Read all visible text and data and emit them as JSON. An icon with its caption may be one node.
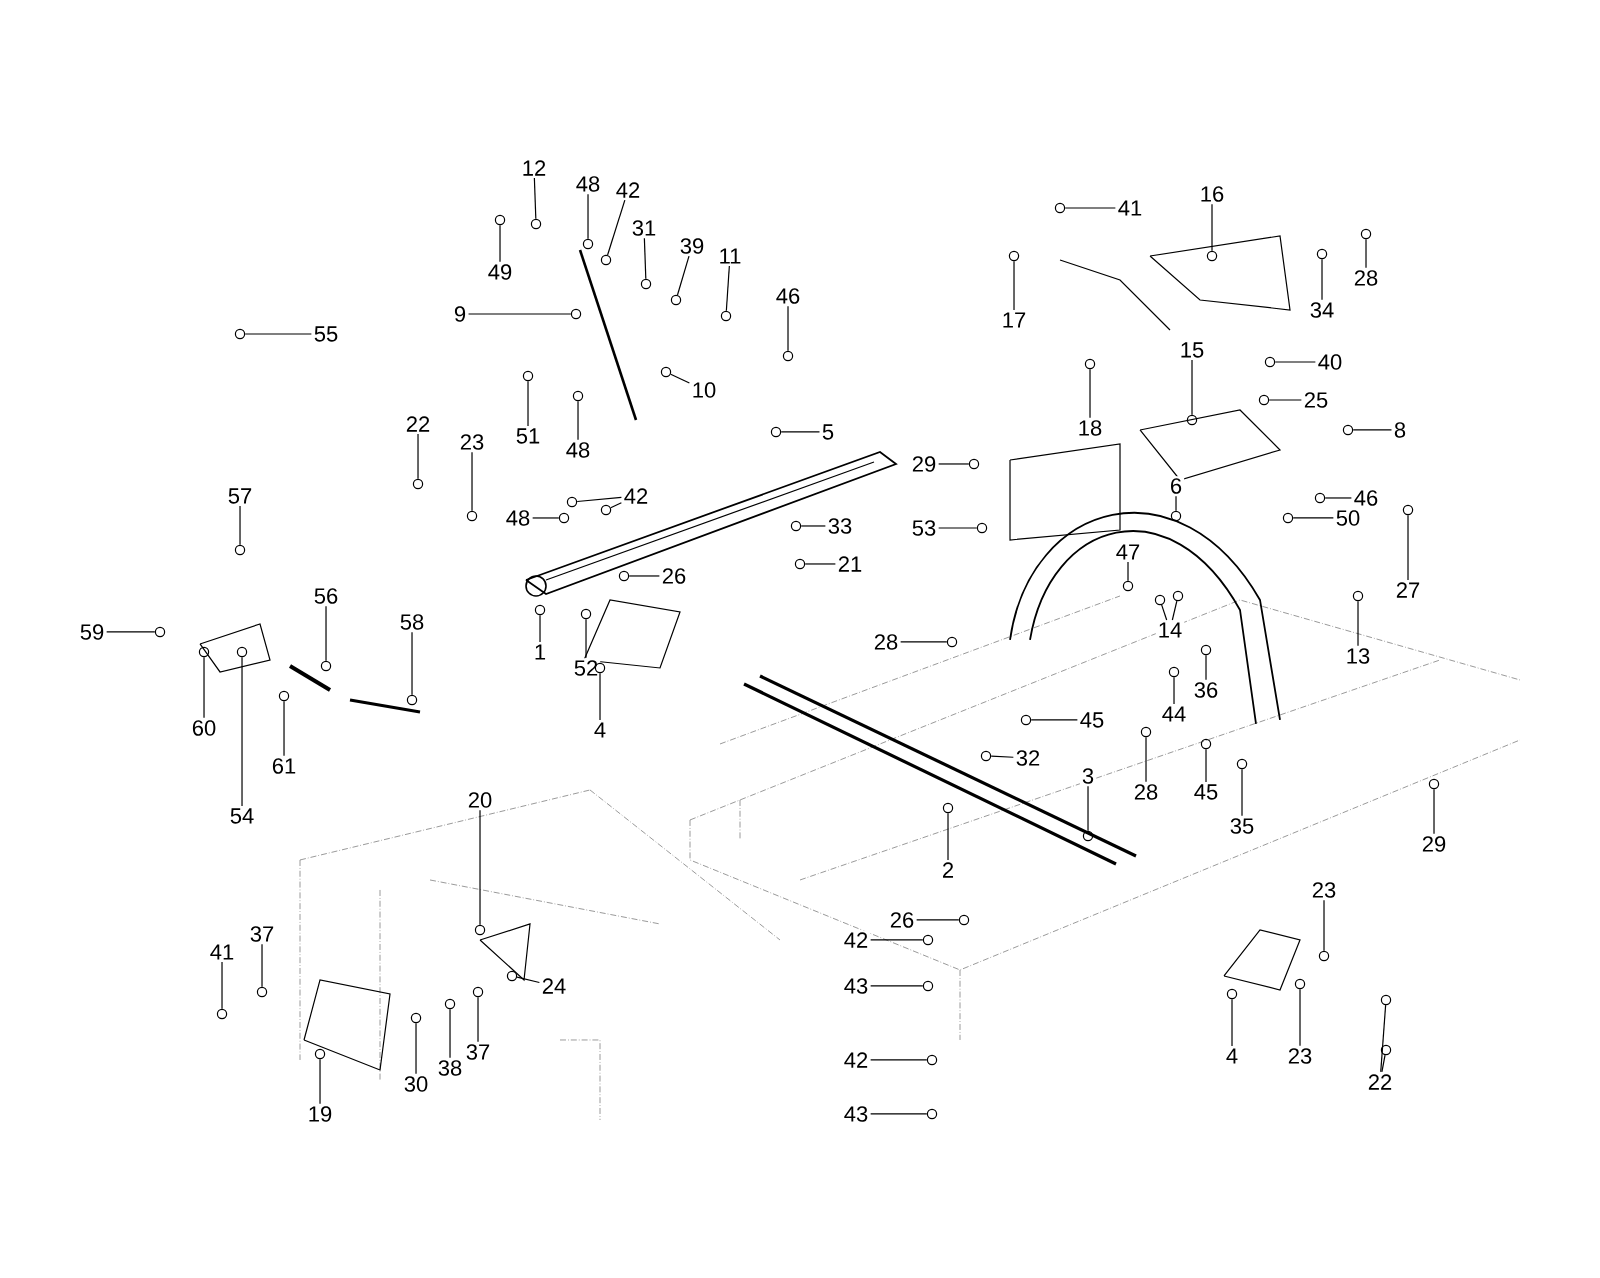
{
  "diagram": {
    "nodes": [
      {
        "text": [
          "12"
        ]
      },
      {
        "text": [
          "48"
        ]
      },
      {
        "text": [
          "42"
        ]
      },
      {
        "text": [
          "31"
        ]
      },
      {
        "text": [
          "39"
        ]
      },
      {
        "text": [
          "11"
        ]
      },
      {
        "text": [
          "49"
        ]
      },
      {
        "text": [
          "9"
        ]
      },
      {
        "text": [
          "46"
        ]
      },
      {
        "text": [
          "55"
        ]
      },
      {
        "text": [
          "10"
        ]
      },
      {
        "text": [
          "51"
        ]
      },
      {
        "text": [
          "48"
        ]
      },
      {
        "text": [
          "5"
        ]
      },
      {
        "text": [
          "22"
        ]
      },
      {
        "text": [
          "23"
        ]
      },
      {
        "text": [
          "42"
        ]
      },
      {
        "text": [
          "48"
        ]
      },
      {
        "text": [
          "33"
        ]
      },
      {
        "text": [
          "21"
        ]
      },
      {
        "text": [
          "57"
        ]
      },
      {
        "text": [
          "56"
        ]
      },
      {
        "text": [
          "58"
        ]
      },
      {
        "text": [
          "26"
        ]
      },
      {
        "text": [
          "59"
        ]
      },
      {
        "text": [
          "60"
        ]
      },
      {
        "text": [
          "1"
        ]
      },
      {
        "text": [
          "52"
        ]
      },
      {
        "text": [
          "4"
        ]
      },
      {
        "text": [
          "61"
        ]
      },
      {
        "text": [
          "54"
        ]
      },
      {
        "text": [
          "41"
        ]
      },
      {
        "text": [
          "16"
        ]
      },
      {
        "text": [
          "28"
        ]
      },
      {
        "text": [
          "34"
        ]
      },
      {
        "text": [
          "17"
        ]
      },
      {
        "text": [
          "18"
        ]
      },
      {
        "text": [
          "15"
        ]
      },
      {
        "text": [
          "40"
        ]
      },
      {
        "text": [
          "25"
        ]
      },
      {
        "text": [
          "8"
        ]
      },
      {
        "text": [
          "29"
        ]
      },
      {
        "text": [
          "53"
        ]
      },
      {
        "text": [
          "6"
        ]
      },
      {
        "text": [
          "46"
        ]
      },
      {
        "text": [
          "50"
        ]
      },
      {
        "text": [
          "27"
        ]
      },
      {
        "text": [
          "47"
        ]
      },
      {
        "text": [
          "14"
        ]
      },
      {
        "text": [
          "13"
        ]
      },
      {
        "text": [
          "28"
        ]
      },
      {
        "text": [
          "45"
        ]
      },
      {
        "text": [
          "44"
        ]
      },
      {
        "text": [
          "36"
        ]
      },
      {
        "text": [
          "28"
        ]
      },
      {
        "text": [
          "32"
        ]
      },
      {
        "text": [
          "45"
        ]
      },
      {
        "text": [
          "35"
        ]
      },
      {
        "text": [
          "3"
        ]
      },
      {
        "text": [
          "2"
        ]
      },
      {
        "text": [
          "29"
        ]
      },
      {
        "text": [
          "26"
        ]
      },
      {
        "text": [
          "42"
        ]
      },
      {
        "text": [
          "43"
        ]
      },
      {
        "text": [
          "23"
        ]
      },
      {
        "text": [
          "4"
        ]
      },
      {
        "text": [
          "23"
        ]
      },
      {
        "text": [
          "22"
        ]
      },
      {
        "text": [
          "42"
        ]
      },
      {
        "text": [
          "43"
        ]
      },
      {
        "text": [
          "20"
        ]
      },
      {
        "text": [
          "41"
        ]
      },
      {
        "text": [
          "37"
        ]
      },
      {
        "text": [
          "24"
        ]
      },
      {
        "text": [
          "30"
        ]
      },
      {
        "text": [
          "38"
        ]
      },
      {
        "text": [
          "37"
        ]
      },
      {
        "text": [
          "19"
        ]
      },
      {
        "text": [],
        "shape": "circle"
      },
      {
        "text": [],
        "shape": "circle"
      },
      {
        "text": [],
        "shape": "circle"
      },
      {
        "text": [],
        "shape": "circle"
      },
      {
        "text": [],
        "shape": "circle"
      },
      {
        "text": [],
        "shape": "circle"
      },
      {
        "text": [],
        "shape": "circle"
      },
      {
        "text": [],
        "shape": "circle"
      },
      {
        "text": [],
        "shape": "circle"
      },
      {
        "text": [],
        "shape": "circle"
      },
      {
        "text": [],
        "shape": "circle"
      },
      {
        "text": [],
        "shape": "circle"
      },
      {
        "text": [],
        "shape": "circle"
      },
      {
        "text": [],
        "shape": "circle"
      },
      {
        "text": [],
        "shape": "circle"
      },
      {
        "text": [],
        "shape": "circle"
      },
      {
        "text": [],
        "shape": "circle"
      },
      {
        "text": [],
        "shape": "circle"
      },
      {
        "text": [],
        "shape": "circle"
      },
      {
        "text": [],
        "shape": "circle"
      },
      {
        "text": [],
        "shape": "circle"
      },
      {
        "text": [],
        "shape": "circle"
      },
      {
        "text": [],
        "shape": "circle"
      },
      {
        "text": [],
        "shape": "circle"
      },
      {
        "text": [],
        "shape": "circle"
      },
      {
        "text": [],
        "shape": "circle"
      },
      {
        "text": [],
        "shape": "circle"
      },
      {
        "text": [],
        "shape": "circle"
      },
      {
        "text": [],
        "shape": "circle"
      },
      {
        "text": [],
        "shape": "circle"
      },
      {
        "text": [],
        "shape": "circle"
      },
      {
        "text": [],
        "shape": "circle"
      },
      {
        "text": [],
        "shape": "circle"
      },
      {
        "text": [],
        "shape": "circle"
      },
      {
        "text": [],
        "shape": "circle"
      },
      {
        "text": [],
        "shape": "circle"
      },
      {
        "text": [],
        "shape": "circle"
      },
      {
        "text": [],
        "shape": "circle"
      },
      {
        "text": [],
        "shape": "circle"
      },
      {
        "text": [],
        "shape": "circle"
      },
      {
        "text": [],
        "shape": "circle"
      },
      {
        "text": [],
        "shape": "circle"
      },
      {
        "text": [],
        "shape": "circle"
      },
      {
        "text": [],
        "shape": "circle"
      },
      {
        "text": [],
        "shape": "circle"
      },
      {
        "text": [],
        "shape": "circle"
      },
      {
        "text": [],
        "shape": "circle"
      },
      {
        "text": [],
        "shape": "circle"
      },
      {
        "text": [],
        "shape": "circle"
      },
      {
        "text": [],
        "shape": "circle"
      },
      {
        "text": [],
        "shape": "circle"
      },
      {
        "text": [],
        "shape": "circle"
      },
      {
        "text": [],
        "shape": "circle"
      },
      {
        "text": [],
        "shape": "circle"
      },
      {
        "text": [],
        "shape": "circle"
      },
      {
        "text": [],
        "shape": "circle"
      },
      {
        "text": [],
        "shape": "circle"
      },
      {
        "text": [],
        "shape": "circle"
      },
      {
        "text": [],
        "shape": "circle"
      },
      {
        "text": [],
        "shape": "circle"
      },
      {
        "text": [],
        "shape": "circle"
      },
      {
        "text": [],
        "shape": "circle"
      },
      {
        "text": [],
        "shape": "circle"
      },
      {
        "text": [],
        "shape": "circle"
      },
      {
        "text": [],
        "shape": "circle"
      },
      {
        "text": [],
        "shape": "circle"
      },
      {
        "text": [],
        "shape": "circle"
      },
      {
        "text": [],
        "shape": "circle"
      },
      {
        "text": [],
        "shape": "circle"
      },
      {
        "text": [],
        "shape": "circle"
      },
      {
        "text": [],
        "shape": "circle"
      },
      {
        "text": [],
        "shape": "circle"
      },
      {
        "text": [],
        "shape": "circle"
      },
      {
        "text": [],
        "shape": "circle"
      },
      {
        "text": [],
        "shape": "circle"
      },
      {
        "text": [],
        "shape": "circle"
      },
      {
        "text": [],
        "shape": "circle"
      },
      {
        "text": [],
        "shape": "circle"
      },
      {
        "text": [],
        "shape": "circle"
      },
      {
        "text": [],
        "shape": "circle"
      },
      {
        "text": [],
        "shape": "circle"
      }
    ],
    "edges": [
      {
        "from": 0,
        "to": 78,
        "arrow": "none"
      },
      {
        "from": 1,
        "to": 79,
        "arrow": "none"
      },
      {
        "from": 2,
        "to": 80,
        "arrow": "none"
      },
      {
        "from": 3,
        "to": 81,
        "arrow": "none"
      },
      {
        "from": 4,
        "to": 82,
        "arrow": "none"
      },
      {
        "from": 5,
        "to": 83,
        "arrow": "none"
      },
      {
        "from": 6,
        "to": 84,
        "arrow": "none"
      },
      {
        "from": 7,
        "to": 85,
        "arrow": "none"
      },
      {
        "from": 8,
        "to": 86,
        "arrow": "none"
      },
      {
        "from": 9,
        "to": 87,
        "arrow": "none"
      },
      {
        "from": 10,
        "to": 88,
        "arrow": "none"
      },
      {
        "from": 11,
        "to": 89,
        "arrow": "none"
      },
      {
        "from": 12,
        "to": 90,
        "arrow": "none"
      },
      {
        "from": 13,
        "to": 91,
        "arrow": "none"
      },
      {
        "from": 14,
        "to": 92,
        "arrow": "none"
      },
      {
        "from": 15,
        "to": 93,
        "arrow": "none"
      },
      {
        "from": 16,
        "to": 94,
        "arrow": "none"
      },
      {
        "from": 16,
        "to": 95,
        "arrow": "none"
      },
      {
        "from": 17,
        "to": 96,
        "arrow": "none"
      },
      {
        "from": 18,
        "to": 97,
        "arrow": "none"
      },
      {
        "from": 19,
        "to": 98,
        "arrow": "none"
      },
      {
        "from": 20,
        "to": 99,
        "arrow": "none"
      },
      {
        "from": 21,
        "to": 100,
        "arrow": "none"
      },
      {
        "from": 22,
        "to": 101,
        "arrow": "none"
      },
      {
        "from": 23,
        "to": 102,
        "arrow": "none"
      },
      {
        "from": 24,
        "to": 103,
        "arrow": "none"
      },
      {
        "from": 25,
        "to": 104,
        "arrow": "none"
      },
      {
        "from": 26,
        "to": 105,
        "arrow": "none"
      },
      {
        "from": 27,
        "to": 106,
        "arrow": "none"
      },
      {
        "from": 28,
        "to": 107,
        "arrow": "none"
      },
      {
        "from": 29,
        "to": 108,
        "arrow": "none"
      },
      {
        "from": 30,
        "to": 109,
        "arrow": "none"
      },
      {
        "from": 31,
        "to": 110,
        "arrow": "none"
      },
      {
        "from": 32,
        "to": 111,
        "arrow": "none"
      },
      {
        "from": 33,
        "to": 112,
        "arrow": "none"
      },
      {
        "from": 34,
        "to": 113,
        "arrow": "none"
      },
      {
        "from": 35,
        "to": 114,
        "arrow": "none"
      },
      {
        "from": 36,
        "to": 115,
        "arrow": "none"
      },
      {
        "from": 37,
        "to": 116,
        "arrow": "none"
      },
      {
        "from": 38,
        "to": 117,
        "arrow": "none"
      },
      {
        "from": 39,
        "to": 118,
        "arrow": "none"
      },
      {
        "from": 40,
        "to": 119,
        "arrow": "none"
      },
      {
        "from": 41,
        "to": 120,
        "arrow": "none"
      },
      {
        "from": 42,
        "to": 121,
        "arrow": "none"
      },
      {
        "from": 43,
        "to": 122,
        "arrow": "none"
      },
      {
        "from": 44,
        "to": 123,
        "arrow": "none"
      },
      {
        "from": 45,
        "to": 124,
        "arrow": "none"
      },
      {
        "from": 46,
        "to": 125,
        "arrow": "none"
      },
      {
        "from": 47,
        "to": 126,
        "arrow": "none"
      },
      {
        "from": 48,
        "to": 127,
        "arrow": "none"
      },
      {
        "from": 48,
        "to": 128,
        "arrow": "none"
      },
      {
        "from": 49,
        "to": 129,
        "arrow": "none"
      },
      {
        "from": 50,
        "to": 130,
        "arrow": "none"
      },
      {
        "from": 51,
        "to": 131,
        "arrow": "none"
      },
      {
        "from": 52,
        "to": 132,
        "arrow": "none"
      },
      {
        "from": 53,
        "to": 133,
        "arrow": "none"
      },
      {
        "from": 54,
        "to": 134,
        "arrow": "none"
      },
      {
        "from": 55,
        "to": 135,
        "arrow": "none"
      },
      {
        "from": 56,
        "to": 136,
        "arrow": "none"
      },
      {
        "from": 57,
        "to": 137,
        "arrow": "none"
      },
      {
        "from": 58,
        "to": 138,
        "arrow": "none"
      },
      {
        "from": 59,
        "to": 139,
        "arrow": "none"
      },
      {
        "from": 60,
        "to": 140,
        "arrow": "none"
      },
      {
        "from": 61,
        "to": 141,
        "arrow": "none"
      },
      {
        "from": 62,
        "to": 142,
        "arrow": "none"
      },
      {
        "from": 63,
        "to": 143,
        "arrow": "none"
      },
      {
        "from": 64,
        "to": 144,
        "arrow": "none"
      },
      {
        "from": 65,
        "to": 145,
        "arrow": "none"
      },
      {
        "from": 66,
        "to": 146,
        "arrow": "none"
      },
      {
        "from": 67,
        "to": 147,
        "arrow": "none"
      },
      {
        "from": 67,
        "to": 148,
        "arrow": "none"
      },
      {
        "from": 68,
        "to": 149,
        "arrow": "none"
      },
      {
        "from": 69,
        "to": 150,
        "arrow": "none"
      },
      {
        "from": 70,
        "to": 151,
        "arrow": "none"
      },
      {
        "from": 71,
        "to": 152,
        "arrow": "none"
      },
      {
        "from": 72,
        "to": 153,
        "arrow": "none"
      },
      {
        "from": 73,
        "to": 154,
        "arrow": "none"
      },
      {
        "from": 74,
        "to": 155,
        "arrow": "none"
      },
      {
        "from": 75,
        "to": 156,
        "arrow": "none"
      },
      {
        "from": 76,
        "to": 157,
        "arrow": "none"
      },
      {
        "from": 77,
        "to": 158,
        "arrow": "none"
      }
    ]
  }
}
